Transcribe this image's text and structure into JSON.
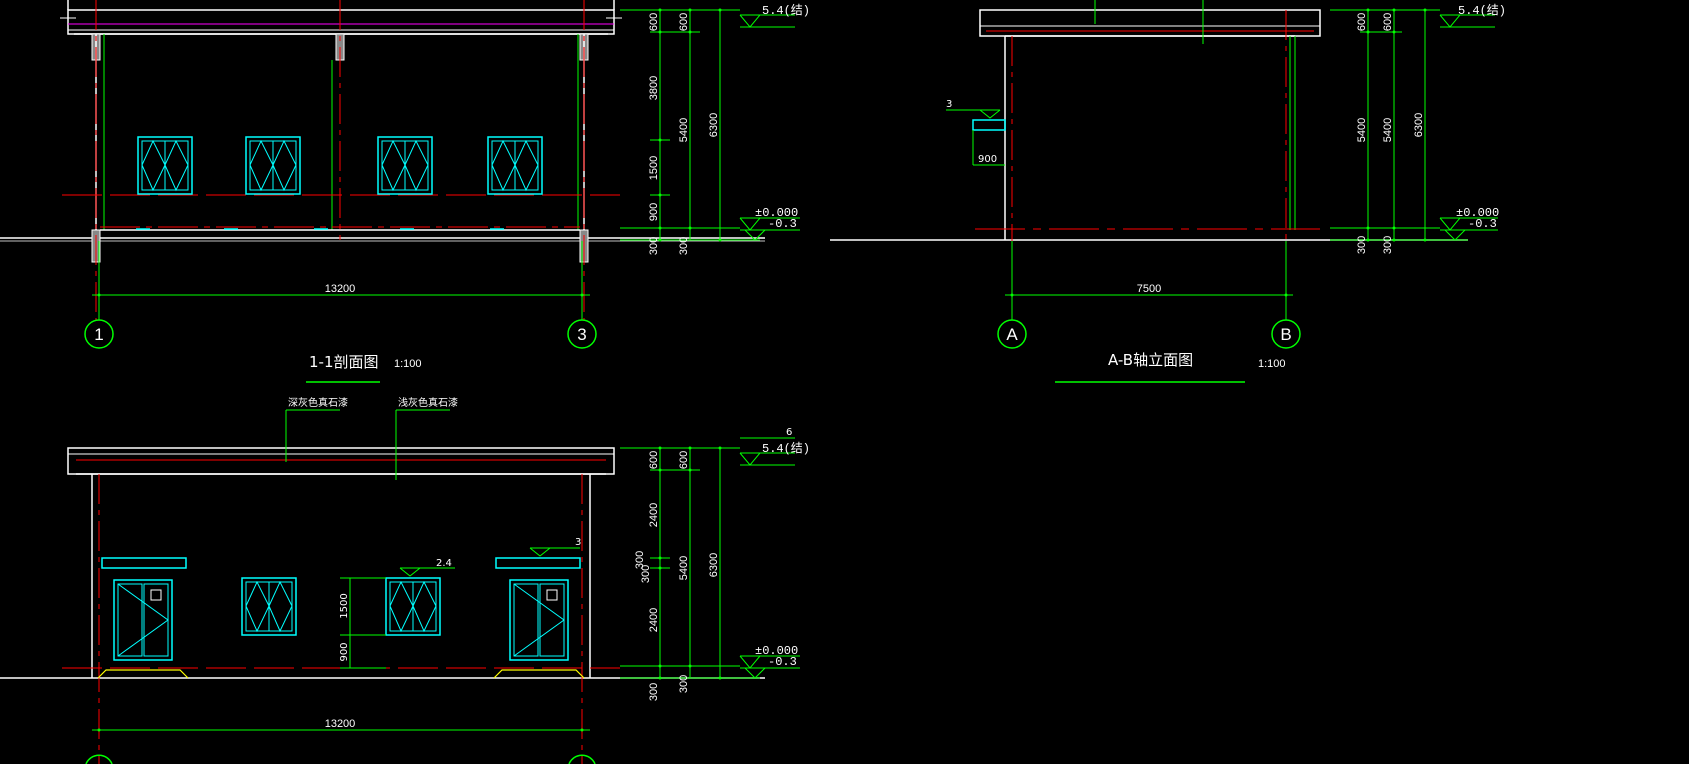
{
  "colors": {
    "green": "#00ff00",
    "red": "#ff0000",
    "cyan": "#00ffff",
    "white": "#ffffff",
    "yellow": "#ffff00",
    "magenta": "#ff00ff",
    "bg": "#000000"
  },
  "section_1_1": {
    "title": "1-1剖面图",
    "scale": "1:100",
    "overall_dim": "13200",
    "axis_left": "1",
    "axis_right": "3",
    "dims_outer": [
      "600",
      "3800",
      "1500",
      "900",
      "300"
    ],
    "dims_middle": [
      "600",
      "5400",
      "300"
    ],
    "dim_total": "6300",
    "level_top": "5.4(结)",
    "level_zero": "±0.000",
    "level_ground": "-0.3"
  },
  "elevation_ab": {
    "title": "A-B轴立面图",
    "scale": "1:100",
    "overall_dim": "7500",
    "axis_left": "A",
    "axis_right": "B",
    "dims_outer": [
      "600",
      "5400",
      "300"
    ],
    "dims_middle": [
      "600",
      "5400",
      "300"
    ],
    "dim_total": "6300",
    "canopy_mark": "3",
    "canopy_dim": "900",
    "level_top": "5.4(结)",
    "level_zero": "±0.000",
    "level_ground": "-0.3"
  },
  "elevation_front": {
    "overall_dim": "13200",
    "note_left": "深灰色真石漆",
    "note_right": "浅灰色真石漆",
    "roof_mark": "6",
    "win_level": "2.4",
    "canopy_mark": "3",
    "dim_1500": "1500",
    "dim_900": "900",
    "dims_outer": [
      "600",
      "2400",
      "300",
      "300",
      "2400",
      "300"
    ],
    "dims_middle": [
      "600",
      "5400",
      "300"
    ],
    "dim_total": "6300",
    "level_top": "5.4(结)",
    "level_zero": "±0.000",
    "level_ground": "-0.3"
  }
}
